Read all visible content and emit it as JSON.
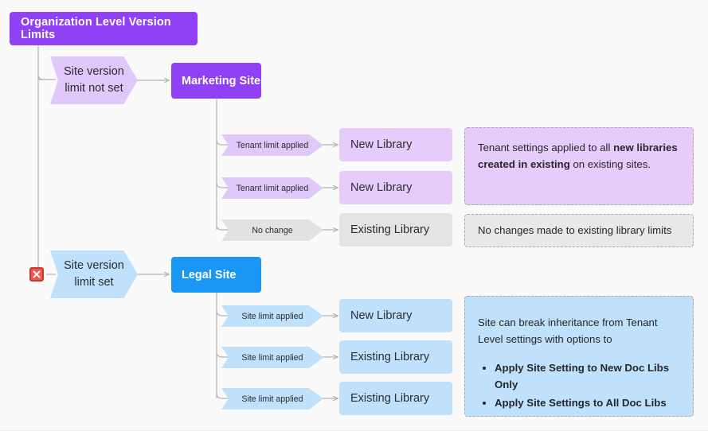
{
  "diagram": {
    "title": "Organization Level Version Limits",
    "colors": {
      "brand_purple": "#9040f5",
      "brand_blue": "#1a96f5",
      "light_purple": "#e6ccfa",
      "light_blue": "#bfe1fb",
      "light_grey": "#e4e4e4",
      "canvas": "#fafafa",
      "marker_red": "#f0544c"
    },
    "root": {
      "label": "Organization Level Version Limits"
    },
    "branches": [
      {
        "condition_label": "Site version\nlimit not set",
        "condition_line1": "Site version",
        "condition_line2": "limit not set",
        "site": "Marketing Site",
        "site_theme": "purple",
        "has_marker": false,
        "children": [
          {
            "edge_label": "Tenant limit applied",
            "node_label": "New Library",
            "theme": "purple"
          },
          {
            "edge_label": "Tenant limit applied",
            "node_label": "New  Library",
            "theme": "purple"
          },
          {
            "edge_label": "No change",
            "node_label": "Existing Library",
            "theme": "grey"
          }
        ],
        "notes": [
          {
            "theme": "purple",
            "text_before": "Tenant settings applied to all ",
            "text_bold": "new libraries created in existing",
            "text_after": " on existing sites.",
            "bullets": []
          },
          {
            "theme": "grey",
            "text_before": "No changes made to existing library limits",
            "text_bold": "",
            "text_after": "",
            "bullets": []
          }
        ]
      },
      {
        "condition_label": "Site version\nlimit set",
        "condition_line1": "Site version",
        "condition_line2": "limit set",
        "site": "Legal Site",
        "site_theme": "blue",
        "has_marker": true,
        "marker_icon": "red-x-icon",
        "children": [
          {
            "edge_label": "Site limit applied",
            "node_label": "New  Library",
            "theme": "blue"
          },
          {
            "edge_label": "Site limit applied",
            "node_label": "Existing  Library",
            "theme": "blue"
          },
          {
            "edge_label": "Site limit applied",
            "node_label": "Existing  Library",
            "theme": "blue"
          }
        ],
        "notes": [
          {
            "theme": "blue",
            "text_before": "Site can break inheritance from Tenant Level settings with options to",
            "text_bold": "",
            "text_after": "",
            "bullets": [
              "Apply Site Setting to New Doc Libs Only",
              "Apply Site Settings to All Doc Libs"
            ]
          }
        ]
      }
    ]
  }
}
